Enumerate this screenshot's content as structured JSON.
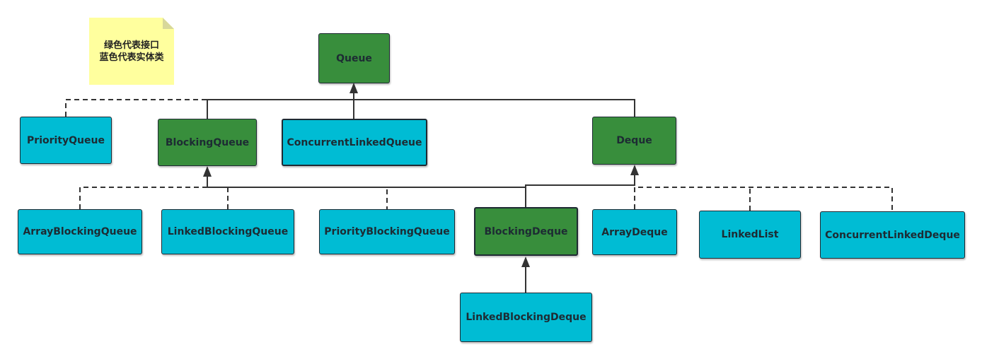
{
  "colors": {
    "interface": "#388e3c",
    "class": "#00bcd4",
    "note": "#ffff9e",
    "line": "#333333"
  },
  "note": {
    "line1": "绿色代表接口",
    "line2": "蓝色代表实体类"
  },
  "nodes": {
    "queue": {
      "label": "Queue",
      "kind": "interface"
    },
    "priority_queue": {
      "label": "PriorityQueue",
      "kind": "class"
    },
    "blocking_queue": {
      "label": "BlockingQueue",
      "kind": "interface"
    },
    "concurrent_linked_queue": {
      "label": "ConcurrentLinkedQueue",
      "kind": "class"
    },
    "deque": {
      "label": "Deque",
      "kind": "interface"
    },
    "array_blocking_queue": {
      "label": "ArrayBlockingQueue",
      "kind": "class"
    },
    "linked_blocking_queue": {
      "label": "LinkedBlockingQueue",
      "kind": "class"
    },
    "priority_blocking_queue": {
      "label": "PriorityBlockingQueue",
      "kind": "class"
    },
    "blocking_deque": {
      "label": "BlockingDeque",
      "kind": "interface"
    },
    "array_deque": {
      "label": "ArrayDeque",
      "kind": "class"
    },
    "linked_list": {
      "label": "LinkedList",
      "kind": "class"
    },
    "concurrent_linked_deque": {
      "label": "ConcurrentLinkedDeque",
      "kind": "class"
    },
    "linked_blocking_deque": {
      "label": "LinkedBlockingDeque",
      "kind": "class"
    }
  }
}
